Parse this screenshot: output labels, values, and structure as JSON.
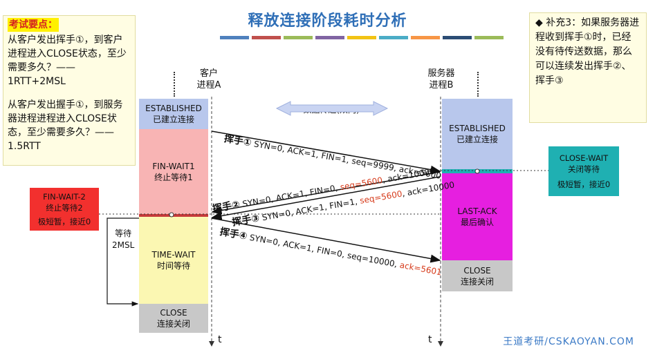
{
  "title": "释放连接阶段耗时分析",
  "colorbar": [
    "#4f81bd",
    "#c0504d",
    "#9bbb59",
    "#8064a2",
    "#f2c314",
    "#4bacc6",
    "#f79646",
    "#2c4d75",
    "#9bbb59"
  ],
  "left_note": {
    "heading": "考试要点：",
    "q1": "从客户发出挥手①，到客户进程进入CLOSE状态，至少需要多久？——1RTT+2MSL",
    "q2": "从客户发出握手①，到服务器进程进程进入CLOSE状态，至少需要多久？——1.5RTT"
  },
  "right_note": {
    "bullet": "◆",
    "text": "补充3：如果服务器进程收到挥手①时，已经没有待传送数据，那么可以连续发出挥手②、挥手③"
  },
  "client_header": {
    "line1": "客户",
    "line2": "进程A"
  },
  "server_header": {
    "line1": "服务器",
    "line2": "进程B"
  },
  "data_transfer_label": "数据传送(双向)",
  "client_states": [
    {
      "en": "ESTABLISHED",
      "zh": "已建立连接",
      "color": "#b8c7ec"
    },
    {
      "en": "FIN-WAIT1",
      "zh": "终止等待1",
      "color": "#f8b4b4"
    },
    {
      "en": "TIME-WAIT",
      "zh": "时间等待",
      "color": "#fbf7b2"
    },
    {
      "en": "CLOSE",
      "zh": "连接关闭",
      "color": "#c8c8c8"
    }
  ],
  "server_states": [
    {
      "en": "ESTABLISHED",
      "zh": "已建立连接",
      "color": "#b8c7ec"
    },
    {
      "en": "LAST-ACK",
      "zh": "最后确认",
      "color": "#e61fe0"
    },
    {
      "en": "CLOSE",
      "zh": "连接关闭",
      "color": "#c8c8c8"
    }
  ],
  "fin_wait2": {
    "en": "FIN-WAIT-2",
    "zh": "终止等待2",
    "note": "极短暂，接近0",
    "color": "#f2302e"
  },
  "close_wait": {
    "en": "CLOSE-WAIT",
    "zh": "关闭等待",
    "note": "极短暂，接近0",
    "color": "#1fb0b2"
  },
  "wait_label": {
    "line1": "等待",
    "line2": "2MSL"
  },
  "messages": [
    {
      "label": "挥手①",
      "pre": "SYN=0, ACK=1, FIN=1, seq=9999, ack=5600",
      "red": "",
      "post": ""
    },
    {
      "label": "挥手②",
      "pre": "SYN=0, ACK=1, FIN=0, ",
      "red": "seq=5600",
      "post": ", ack=10000"
    },
    {
      "label": "挥手③",
      "pre": "SYN=0, ACK=1, FIN=1, ",
      "red": "seq=5600",
      "post": ", ack=10000"
    },
    {
      "label": "挥手④",
      "pre": "SYN=0, ACK=1, FIN=0, seq=10000, ",
      "red": "ack=5601",
      "post": ""
    }
  ],
  "time_label": "t",
  "watermark": "王道考研/CSKAOYAN.COM"
}
